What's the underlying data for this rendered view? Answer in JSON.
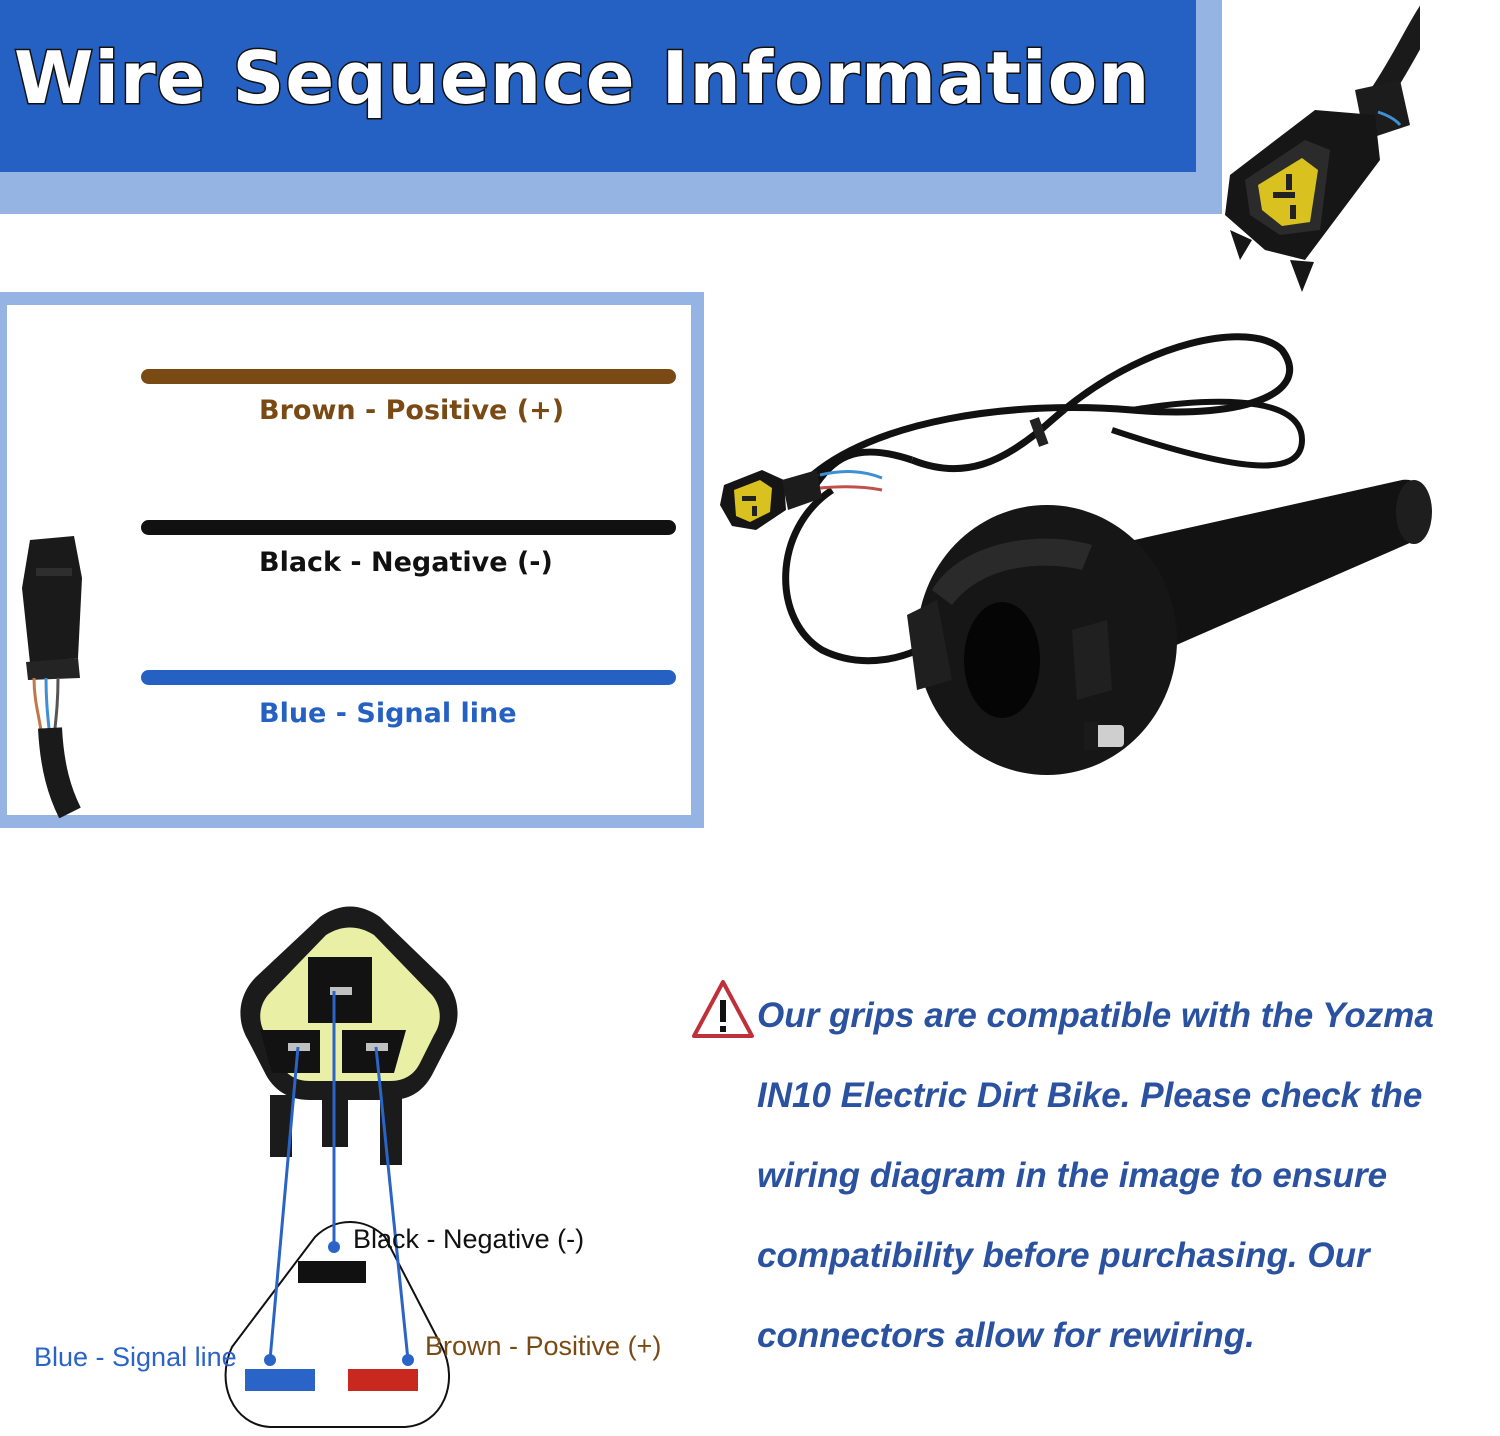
{
  "header": {
    "title": "Wire Sequence Information"
  },
  "wire_legend": [
    {
      "color_name": "brown",
      "hex": "#7a4a14",
      "label": "Brown - Positive (+)"
    },
    {
      "color_name": "black",
      "hex": "#111111",
      "label": "Black - Negative (-)"
    },
    {
      "color_name": "blue",
      "hex": "#2561c2",
      "label": "Blue - Signal line"
    }
  ],
  "pinout": {
    "black_label": "Black - Negative (-)",
    "blue_label": "Blue - Signal line",
    "brown_label": "Brown - Positive (+)",
    "colors": {
      "black": "#111111",
      "blue": "#2a64c6",
      "brown": "#c8281e",
      "connector_yellow": "#e9f0a6"
    }
  },
  "note": {
    "icon": "warning-triangle-icon",
    "lines": [
      "Our grips are compatible with the Yozma",
      "IN10 Electric Dirt Bike. Please check the",
      "wiring diagram in the image to ensure",
      "compatibility before purchasing. Our",
      "connectors allow for rewiring."
    ]
  }
}
